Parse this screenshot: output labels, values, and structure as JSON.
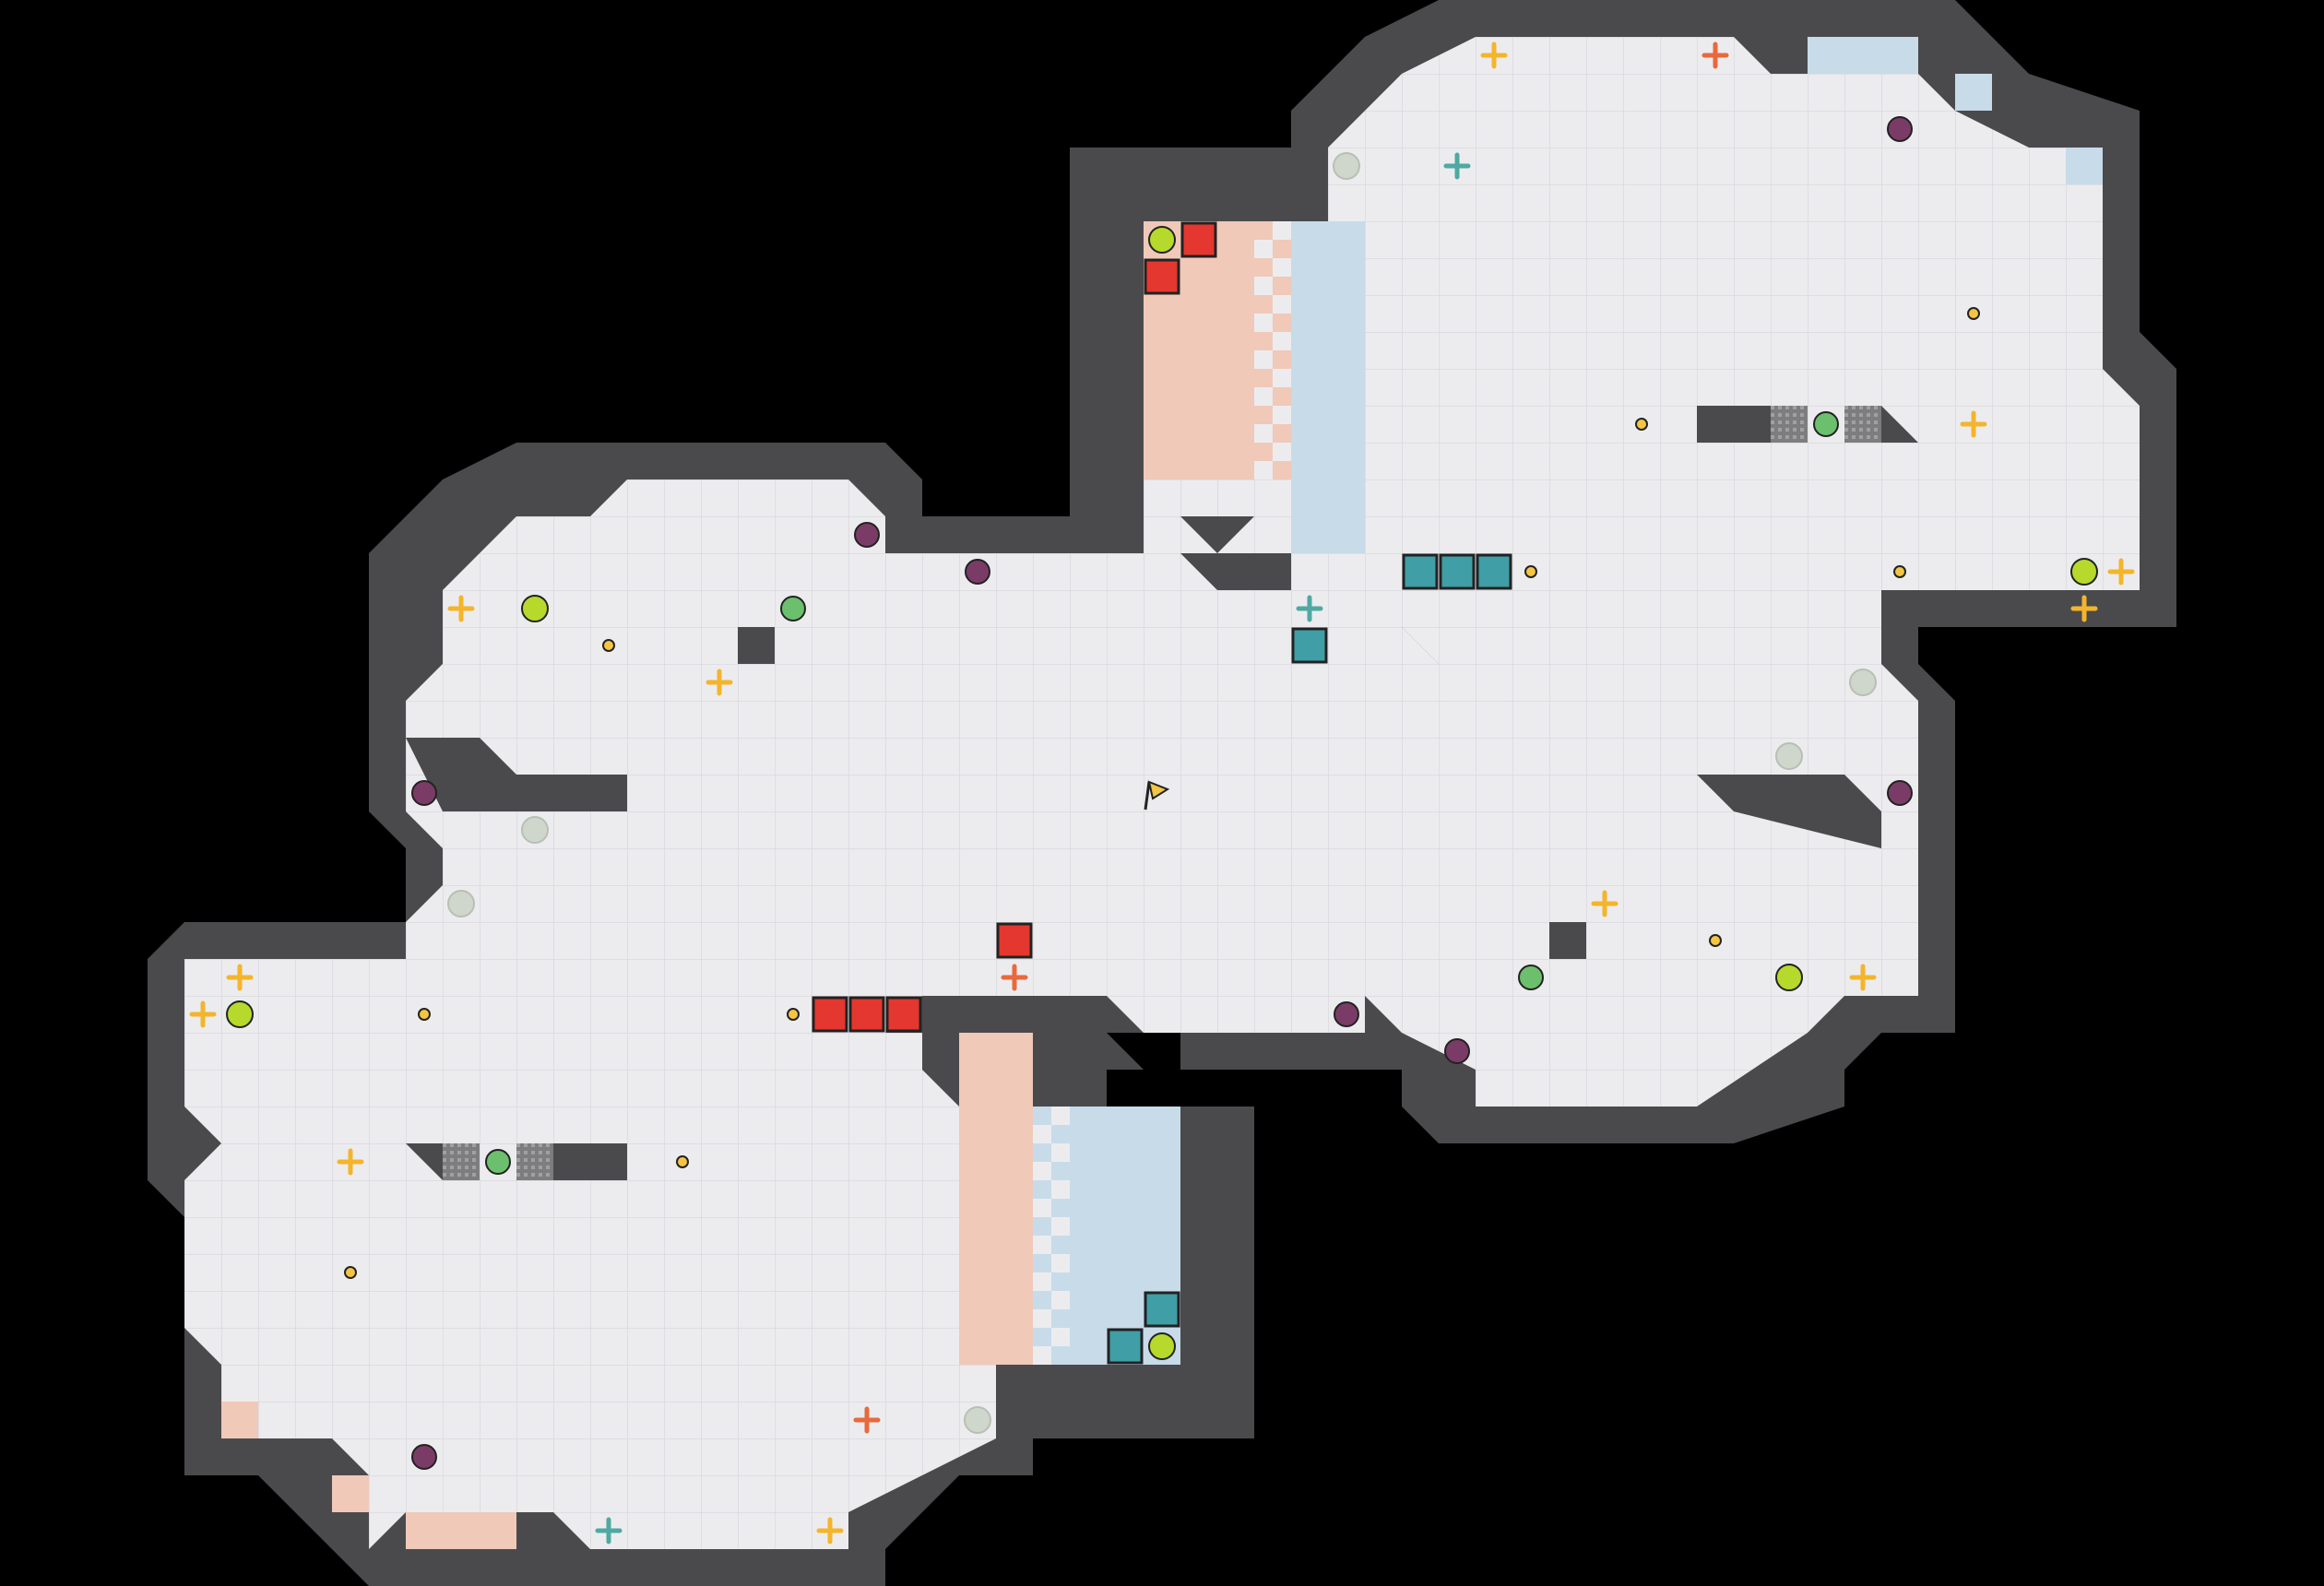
{
  "map": {
    "background": "#000000",
    "wall_color": "#4a4a4d",
    "floor_color": "#ececef",
    "grid_color": "#dcdce0",
    "red_zone_color": "#f0c9b9",
    "blue_zone_color": "#c8dbe9",
    "red_team_color": "#e4372f",
    "blue_team_color": "#3f9ea6",
    "rooms": [
      "north-east-room",
      "center-room",
      "south-west-room"
    ]
  },
  "legend": {
    "bomb": "bomb-icon",
    "boost": "boost-icon",
    "powerup": "powerup-icon",
    "spike": "spike-icon",
    "gate": "gate-icon",
    "spawn_marker": "spawn-circle-icon",
    "flag": "neutral-flag-icon",
    "red_spawn_box": "red-team-block-icon",
    "blue_spawn_box": "blue-team-block-icon",
    "red_boost": "red-boost-icon",
    "blue_boost": "blue-boost-icon",
    "yellow_boost": "yellow-boost-icon",
    "portal": "portal-icon"
  },
  "caption": ""
}
